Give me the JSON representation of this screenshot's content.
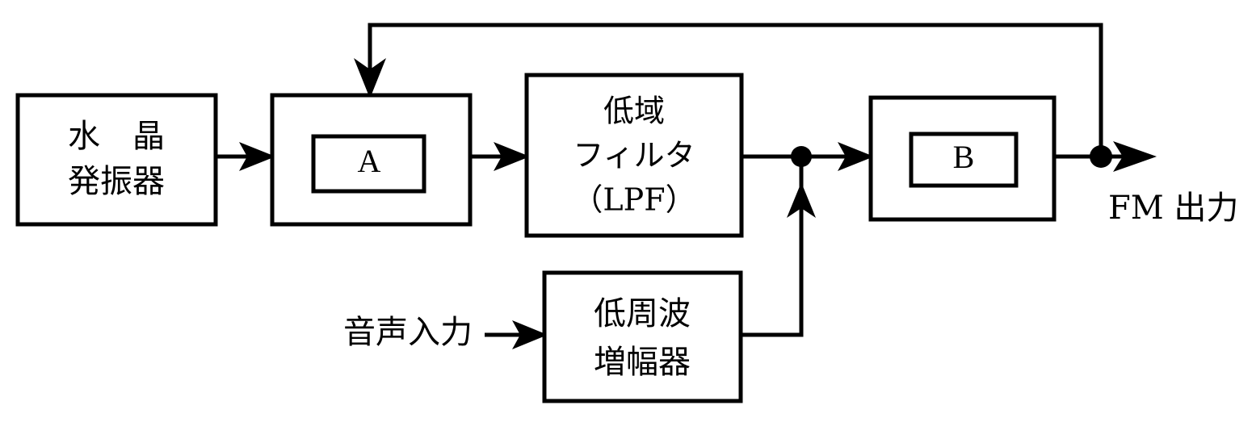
{
  "diagram": {
    "title": "FM transmitter block diagram",
    "stroke_color": "#000000",
    "background_color": "#ffffff",
    "blocks": [
      {
        "id": "crystal-oscillator",
        "line1": "水　晶",
        "line2": "発振器"
      },
      {
        "id": "block-a",
        "inner_label": "A"
      },
      {
        "id": "low-pass-filter",
        "line1": "低域",
        "line2": "フィルタ",
        "line3": "（LPF）"
      },
      {
        "id": "block-b",
        "inner_label": "B"
      },
      {
        "id": "audio-amplifier",
        "line1": "低周波",
        "line2": "増幅器"
      }
    ],
    "io_labels": {
      "audio_input": "音声入力",
      "fm_output": "FM 出力"
    }
  }
}
